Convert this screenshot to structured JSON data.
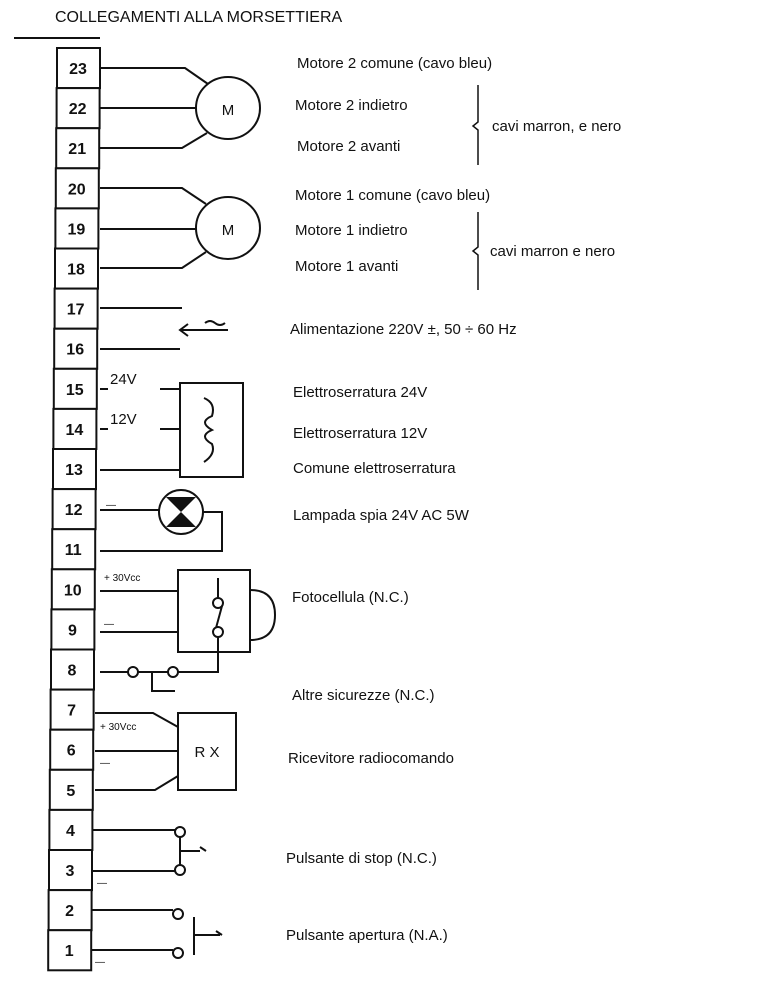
{
  "title": "COLLEGAMENTI ALLA MORSETTIERA",
  "terminals": [
    "23",
    "22",
    "21",
    "20",
    "19",
    "18",
    "17",
    "16",
    "15",
    "14",
    "13",
    "12",
    "11",
    "10",
    "9",
    "8",
    "7",
    "6",
    "5",
    "4",
    "3",
    "2",
    "1"
  ],
  "symbols": {
    "motor": "M",
    "v24": "24V",
    "v12": "12V",
    "vcc30a": "+ 30Vcc",
    "vcc30b": "+ 30Vcc",
    "rx": "R  X",
    "minus": "—"
  },
  "labels": {
    "m2_common": "Motore 2 comune (cavo bleu)",
    "m2_back": "Motore 2 indietro",
    "m2_fwd": "Motore 2 avanti",
    "m2_cables": "cavi marron, e nero",
    "m1_common": "Motore 1 comune (cavo bleu)",
    "m1_back": "Motore 1 indietro",
    "m1_fwd": "Motore 1 avanti",
    "m1_cables": "cavi marron e nero",
    "power": "Alimentazione 220V ±, 50 ÷ 60 Hz",
    "lock24": "Elettroserratura 24V",
    "lock12": "Elettroserratura 12V",
    "lock_common": "Comune elettroserratura",
    "lamp": "Lampada spia 24V AC 5W",
    "photocell": "Fotocellula (N.C.)",
    "other_safety": "Altre sicurezze (N.C.)",
    "receiver": "Ricevitore radiocomando",
    "stop": "Pulsante di stop (N.C.)",
    "open": "Pulsante apertura (N.A.)"
  }
}
